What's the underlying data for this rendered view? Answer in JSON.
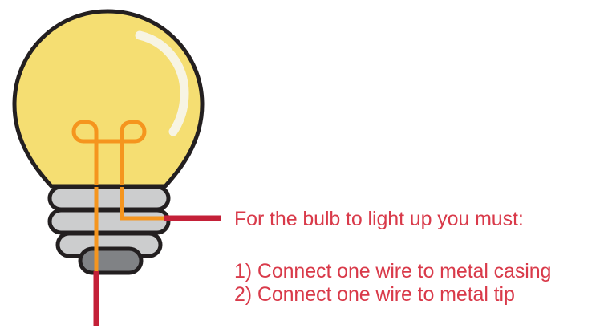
{
  "figure": {
    "title_text": "For the bulb to light up you must:",
    "instructions": [
      "1) Connect one wire to metal casing",
      "2) Connect one wire to metal tip"
    ]
  },
  "diagram": {
    "label": "light-bulb-wiring-diagram",
    "parts": {
      "glass_bulb": "glass-bulb",
      "filament": "filament",
      "highlight": "glass-highlight",
      "casing_ring_1": "metal-casing-ring-top",
      "casing_ring_2": "metal-casing-ring-middle",
      "casing_ring_3": "metal-casing-ring-bottom",
      "metal_tip": "metal-tip",
      "wire_casing": "wire-to-metal-casing",
      "wire_tip": "wire-to-metal-tip"
    }
  },
  "colors": {
    "text_red": "#D93A4A",
    "wire_red": "#C42038",
    "glass_yellow": "#F5DE72",
    "glass_outline": "#231F20",
    "filament_orange": "#F5951E",
    "highlight_cream": "#F7F4E3",
    "casing_grey": "#CCCDCE",
    "casing_outline": "#231F20",
    "tip_grey": "#808285",
    "background": "#FFFFFF"
  }
}
